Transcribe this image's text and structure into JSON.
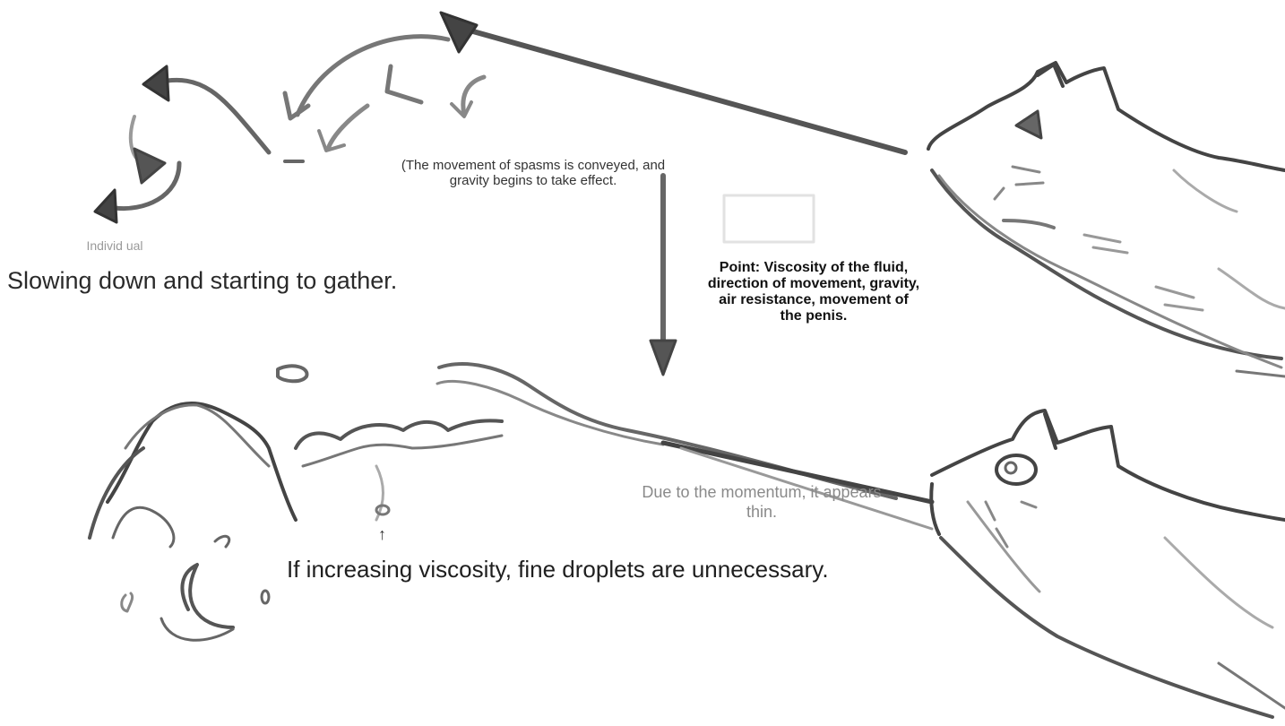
{
  "annotations": {
    "spasms": "(The movement of spasms is conveyed, and gravity begins to take effect.",
    "individual": "Individ ual",
    "slowing": "Slowing down and starting to gather.",
    "point": "Point: Viscosity of the fluid, direction of movement, gravity, air resistance, movement of the penis.",
    "momentum": "Due to the momentum, it appears thin.",
    "small_arrow": "↑",
    "viscosity": "If increasing viscosity, fine droplets are unnecessary."
  },
  "colors": {
    "ink_dark": "#3a3a3a",
    "ink_mid": "#6e6e6e",
    "ink_light": "#a8a8a8"
  }
}
